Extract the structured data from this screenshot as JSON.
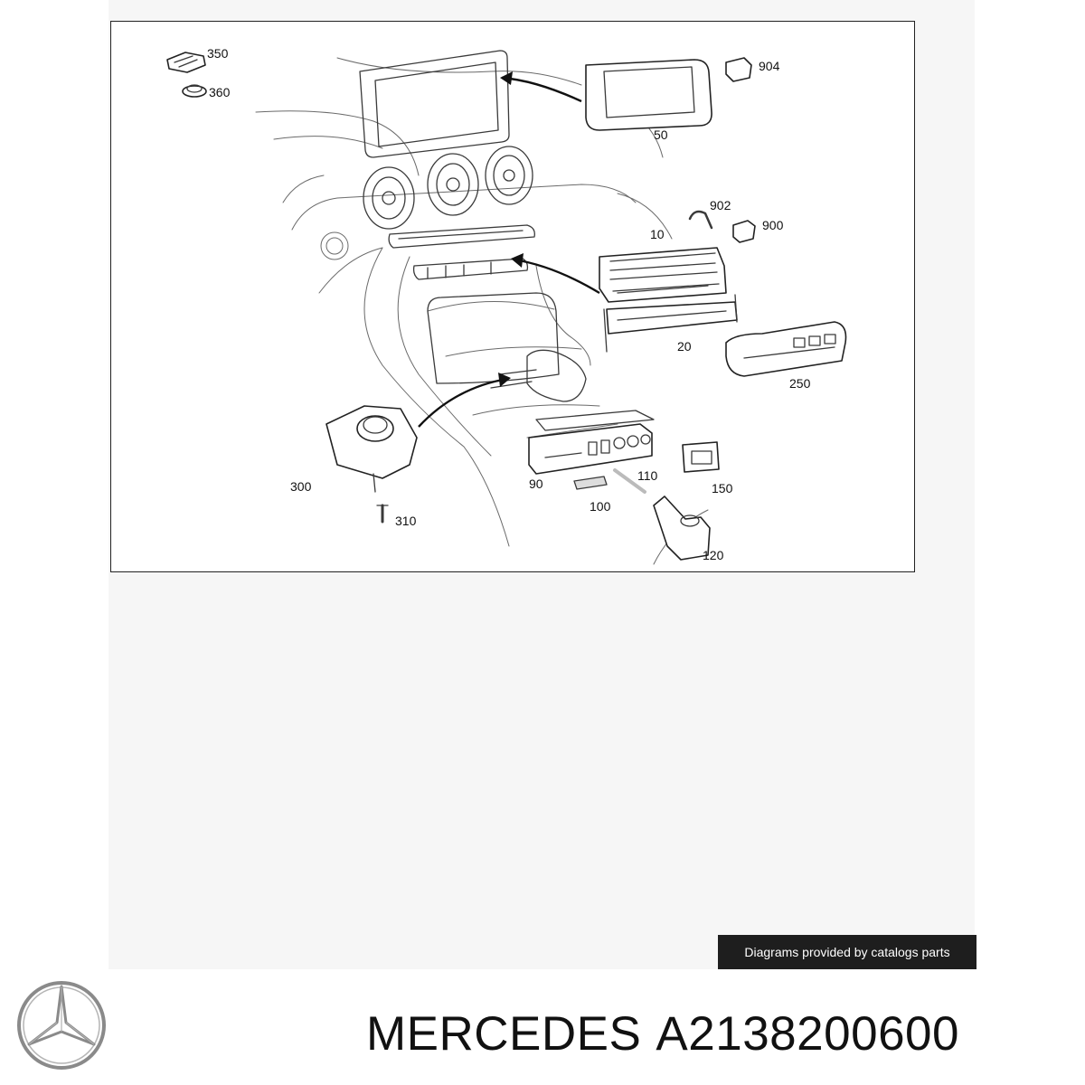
{
  "diagram": {
    "callouts": {
      "c350": "350",
      "c360": "360",
      "c904": "904",
      "c50": "50",
      "c902": "902",
      "c900": "900",
      "c10": "10",
      "c20": "20",
      "c250": "250",
      "c300": "300",
      "c310": "310",
      "c90": "90",
      "c110": "110",
      "c100": "100",
      "c150": "150",
      "c120": "120"
    }
  },
  "credit": {
    "text": "Diagrams provided by catalogs parts"
  },
  "title": {
    "brand": "MERCEDES",
    "part_number": "A2138200600"
  },
  "logo": {
    "icon": "mercedes-star-icon",
    "color": "#8a8a8a"
  }
}
